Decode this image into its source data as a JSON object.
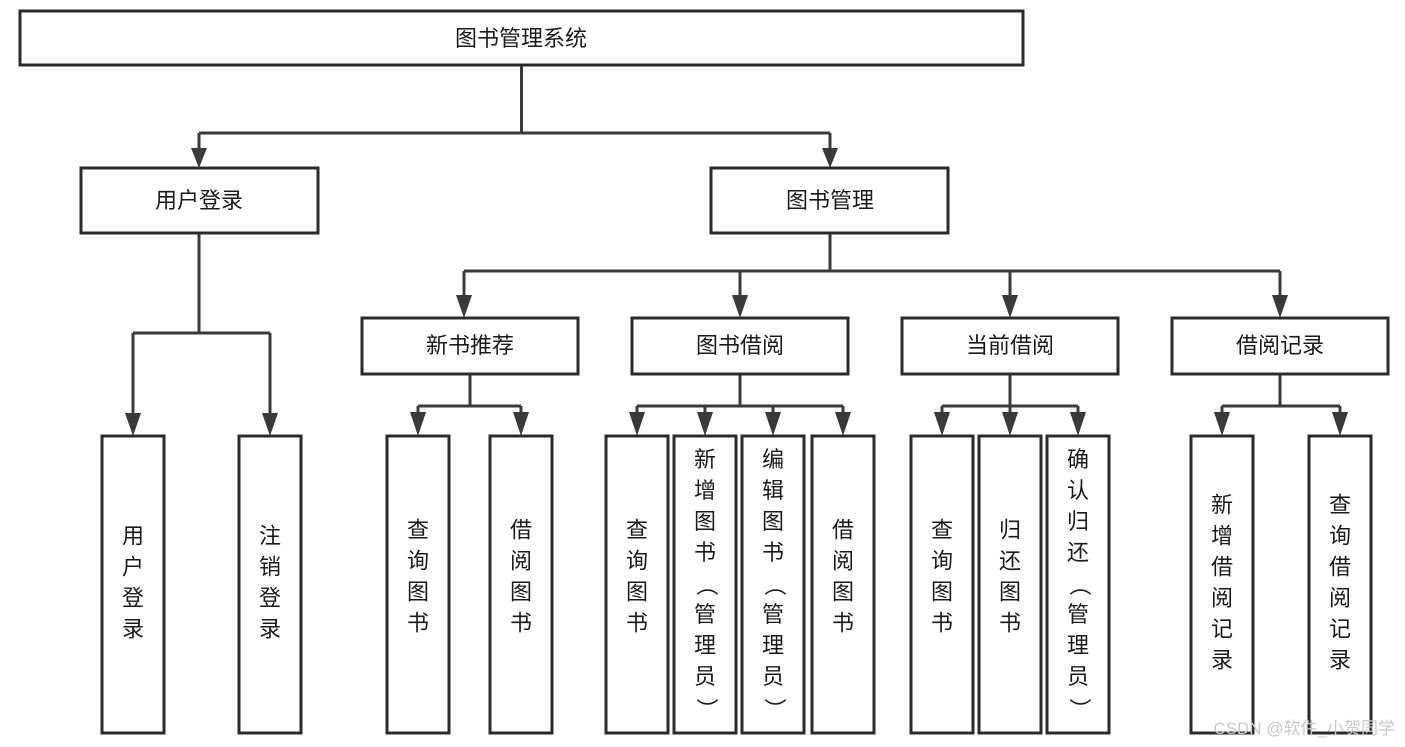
{
  "diagram": {
    "type": "tree-hierarchy",
    "title": "图书管理系统",
    "orientation": "top-down",
    "colors": {
      "node_border": "#2b2b2b",
      "node_fill": "#ffffff",
      "connector": "#3a3a3a",
      "label_text": "#1a1a1a",
      "watermark": "#c9c9c9",
      "background": "#ffffff"
    },
    "levels": [
      {
        "index": 0,
        "name": "root"
      },
      {
        "index": 1,
        "name": "modules"
      },
      {
        "index": 2,
        "name": "submodules"
      },
      {
        "index": 3,
        "name": "functions"
      }
    ],
    "nodes": {
      "root": {
        "id": "root",
        "label": "图书管理系统",
        "orientation": "horizontal",
        "level": 0
      },
      "user_login": {
        "id": "user-login",
        "label": "用户登录",
        "orientation": "horizontal",
        "level": 1
      },
      "book_manage": {
        "id": "book-manage",
        "label": "图书管理",
        "orientation": "horizontal",
        "level": 1
      },
      "new_book_rec": {
        "id": "new-book-recommend",
        "label": "新书推荐",
        "orientation": "horizontal",
        "level": 2
      },
      "book_borrow": {
        "id": "book-borrow",
        "label": "图书借阅",
        "orientation": "horizontal",
        "level": 2
      },
      "current_borrow": {
        "id": "current-borrow",
        "label": "当前借阅",
        "orientation": "horizontal",
        "level": 2
      },
      "borrow_record": {
        "id": "borrow-record",
        "label": "借阅记录",
        "orientation": "horizontal",
        "level": 2
      },
      "leaf_user_login": {
        "id": "leaf-user-login",
        "label": "用户登录",
        "orientation": "vertical",
        "level": 3
      },
      "leaf_logout": {
        "id": "leaf-logout",
        "label": "注销登录",
        "orientation": "vertical",
        "level": 3
      },
      "leaf_query_book_1": {
        "id": "leaf-query-book-1",
        "label": "查询图书",
        "orientation": "vertical",
        "level": 3
      },
      "leaf_borrow_book_1": {
        "id": "leaf-borrow-book-1",
        "label": "借阅图书",
        "orientation": "vertical",
        "level": 3
      },
      "leaf_query_book_2": {
        "id": "leaf-query-book-2",
        "label": "查询图书",
        "orientation": "vertical",
        "level": 3
      },
      "leaf_add_book": {
        "id": "leaf-add-book",
        "label": "新增图书（管理员）",
        "orientation": "vertical",
        "level": 3
      },
      "leaf_edit_book": {
        "id": "leaf-edit-book",
        "label": "编辑图书（管理员）",
        "orientation": "vertical",
        "level": 3
      },
      "leaf_borrow_book_2": {
        "id": "leaf-borrow-book-2",
        "label": "借阅图书",
        "orientation": "vertical",
        "level": 3
      },
      "leaf_query_book_3": {
        "id": "leaf-query-book-3",
        "label": "查询图书",
        "orientation": "vertical",
        "level": 3
      },
      "leaf_return_book": {
        "id": "leaf-return-book",
        "label": "归还图书",
        "orientation": "vertical",
        "level": 3
      },
      "leaf_confirm_return": {
        "id": "leaf-confirm-return",
        "label": "确认归还（管理员）",
        "orientation": "vertical",
        "level": 3
      },
      "leaf_add_record": {
        "id": "leaf-add-record",
        "label": "新增借阅记录",
        "orientation": "vertical",
        "level": 3
      },
      "leaf_query_record": {
        "id": "leaf-query-record",
        "label": "查询借阅记录",
        "orientation": "vertical",
        "level": 3
      }
    },
    "edges": [
      {
        "from": "root",
        "to": "user_login"
      },
      {
        "from": "root",
        "to": "book_manage"
      },
      {
        "from": "user_login",
        "to": "leaf_user_login"
      },
      {
        "from": "user_login",
        "to": "leaf_logout"
      },
      {
        "from": "book_manage",
        "to": "new_book_rec"
      },
      {
        "from": "book_manage",
        "to": "book_borrow"
      },
      {
        "from": "book_manage",
        "to": "current_borrow"
      },
      {
        "from": "book_manage",
        "to": "borrow_record"
      },
      {
        "from": "new_book_rec",
        "to": "leaf_query_book_1"
      },
      {
        "from": "new_book_rec",
        "to": "leaf_borrow_book_1"
      },
      {
        "from": "book_borrow",
        "to": "leaf_query_book_2"
      },
      {
        "from": "book_borrow",
        "to": "leaf_add_book"
      },
      {
        "from": "book_borrow",
        "to": "leaf_edit_book"
      },
      {
        "from": "book_borrow",
        "to": "leaf_borrow_book_2"
      },
      {
        "from": "current_borrow",
        "to": "leaf_query_book_3"
      },
      {
        "from": "current_borrow",
        "to": "leaf_return_book"
      },
      {
        "from": "current_borrow",
        "to": "leaf_confirm_return"
      },
      {
        "from": "borrow_record",
        "to": "leaf_add_record"
      },
      {
        "from": "borrow_record",
        "to": "leaf_query_record"
      }
    ]
  },
  "watermark": {
    "text": "CSDN @软件_小贺同学"
  }
}
